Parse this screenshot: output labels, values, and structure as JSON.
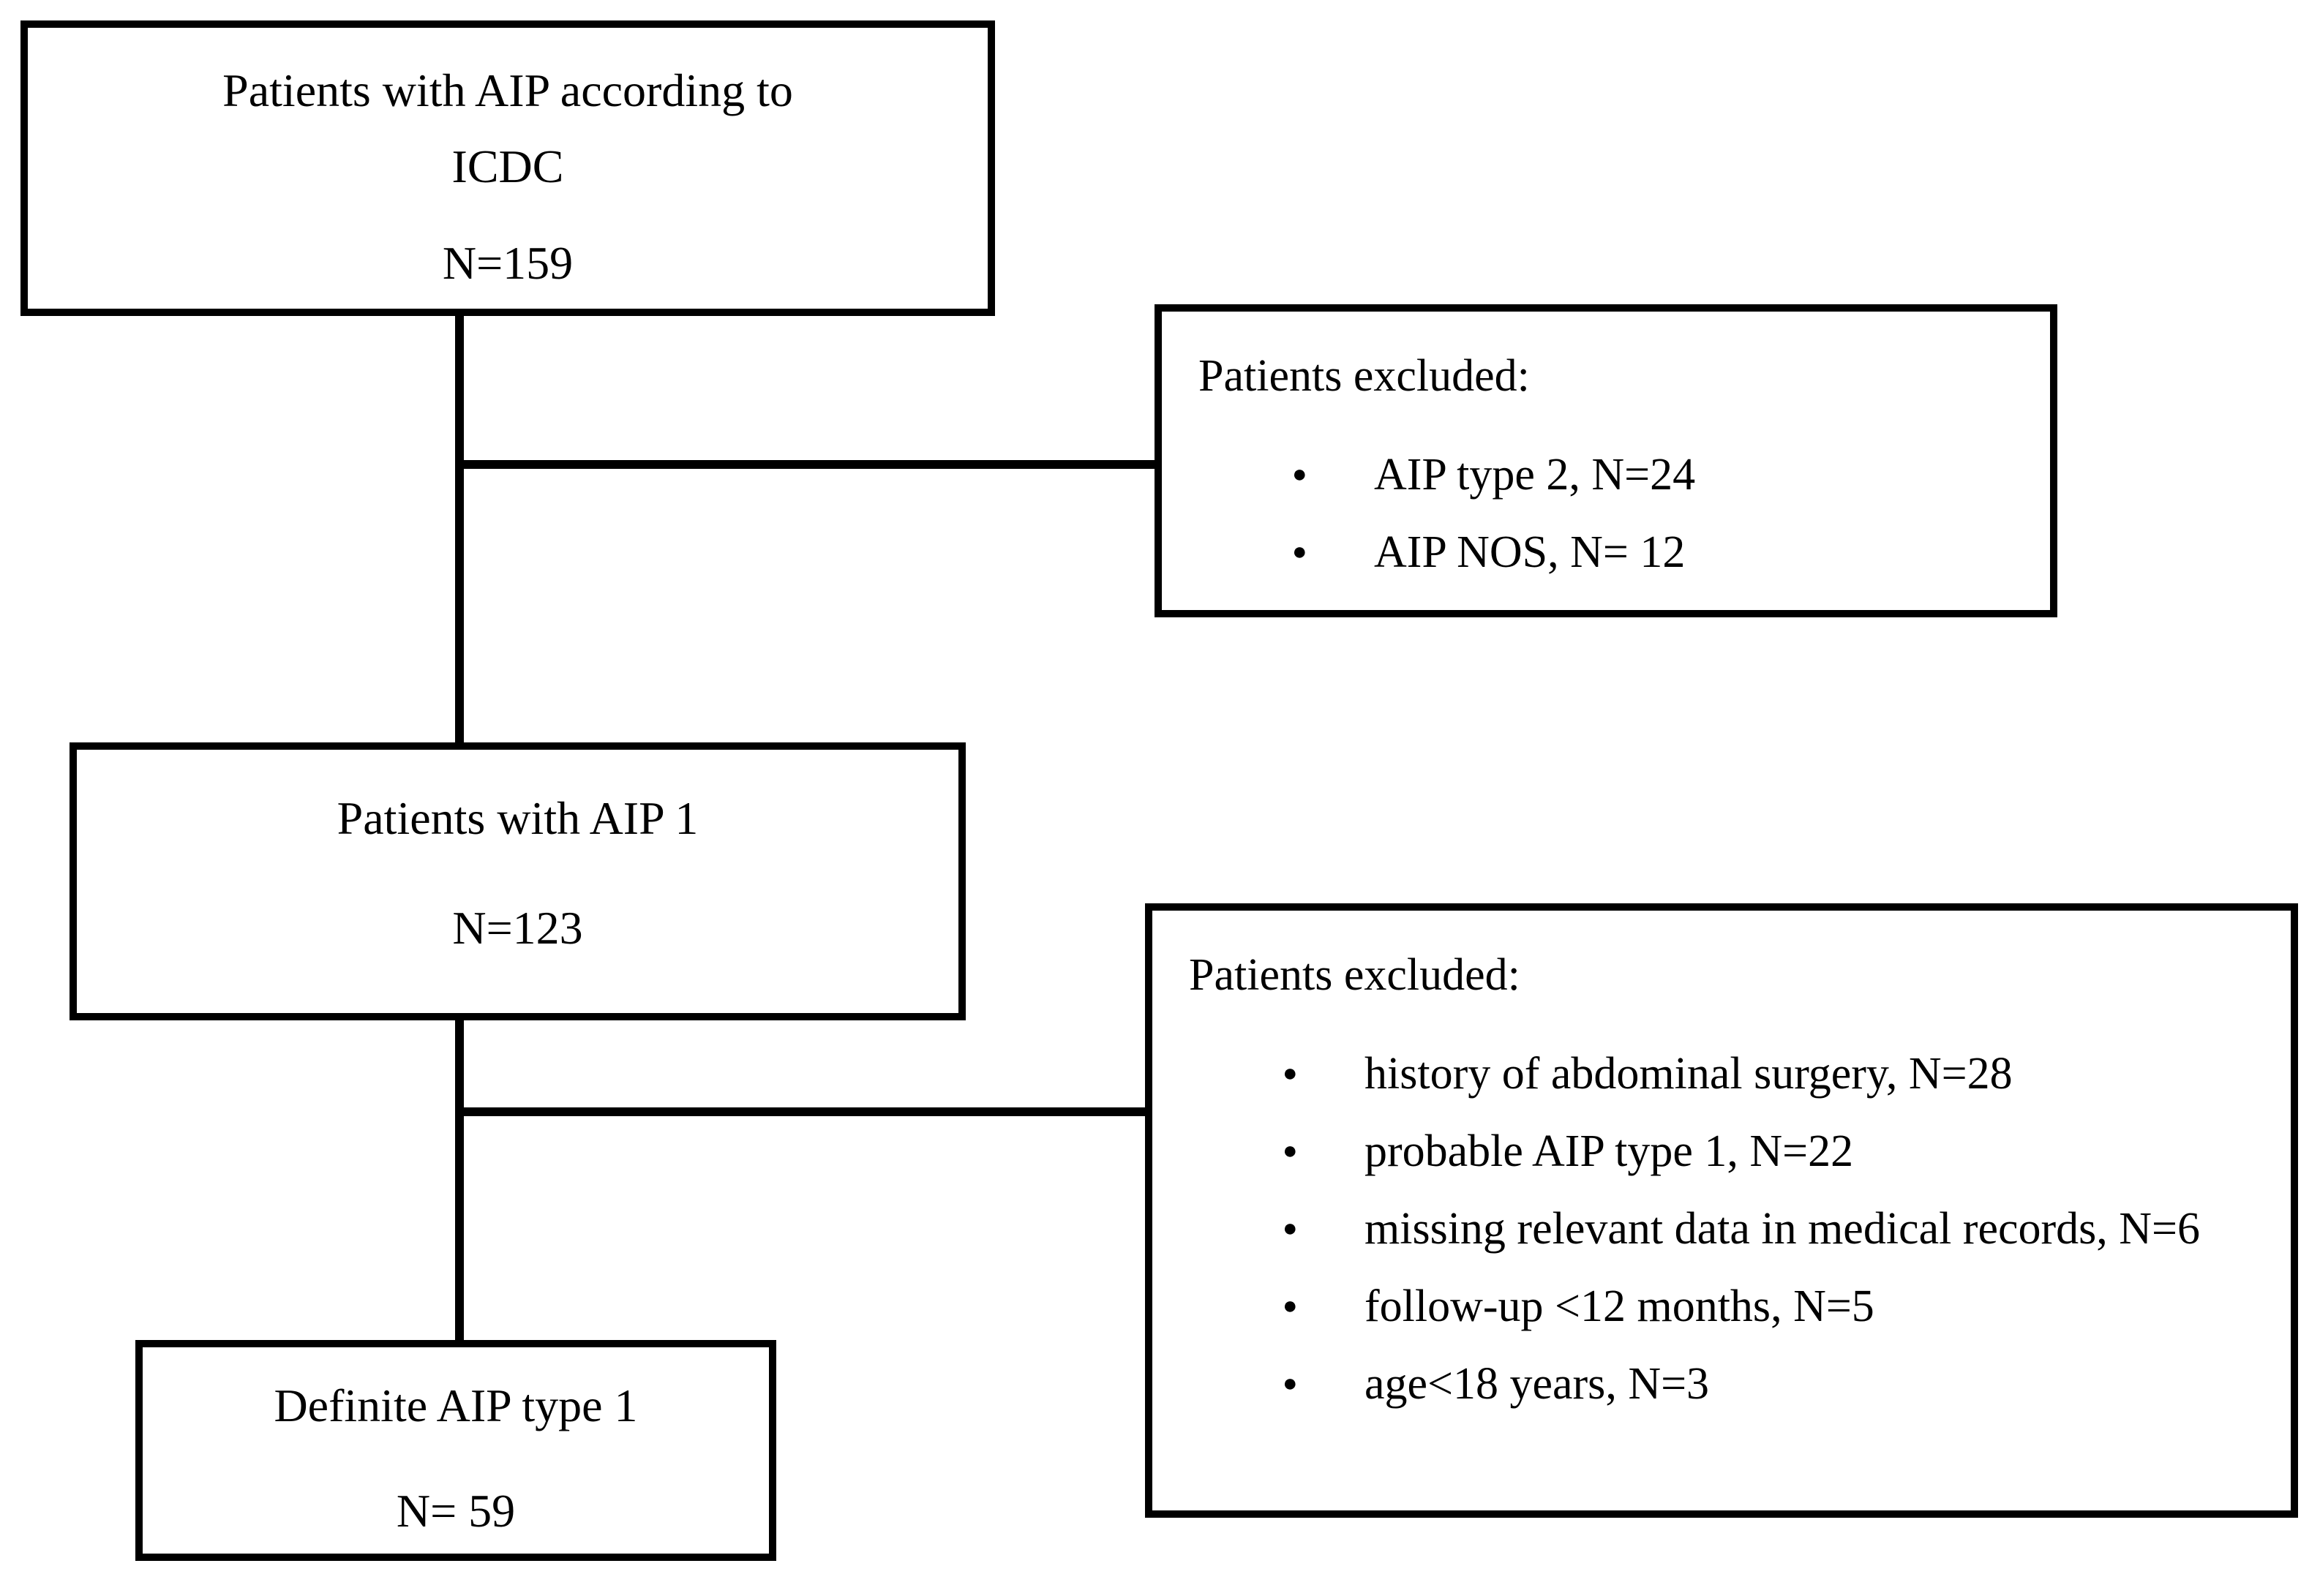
{
  "diagram": {
    "colors": {
      "ink": "#000000",
      "paper": "#ffffff"
    },
    "bullet_glyph": "●",
    "boxes": {
      "top": {
        "line1": "Patients with AIP according to",
        "line2": "ICDC",
        "n": "N=159"
      },
      "excluded1": {
        "heading": "Patients excluded:",
        "items": [
          "AIP type 2, N=24",
          "AIP NOS, N= 12"
        ]
      },
      "middle": {
        "title": "Patients with AIP 1",
        "n": "N=123"
      },
      "excluded2": {
        "heading": "Patients excluded:",
        "items": [
          "history of abdominal surgery, N=28",
          "probable AIP type 1, N=22",
          "missing relevant data in medical records, N=6",
          "follow-up <12 months, N=5",
          "age<18 years, N=3"
        ]
      },
      "bottom": {
        "title": "Definite AIP type 1",
        "n": "N= 59"
      }
    }
  }
}
